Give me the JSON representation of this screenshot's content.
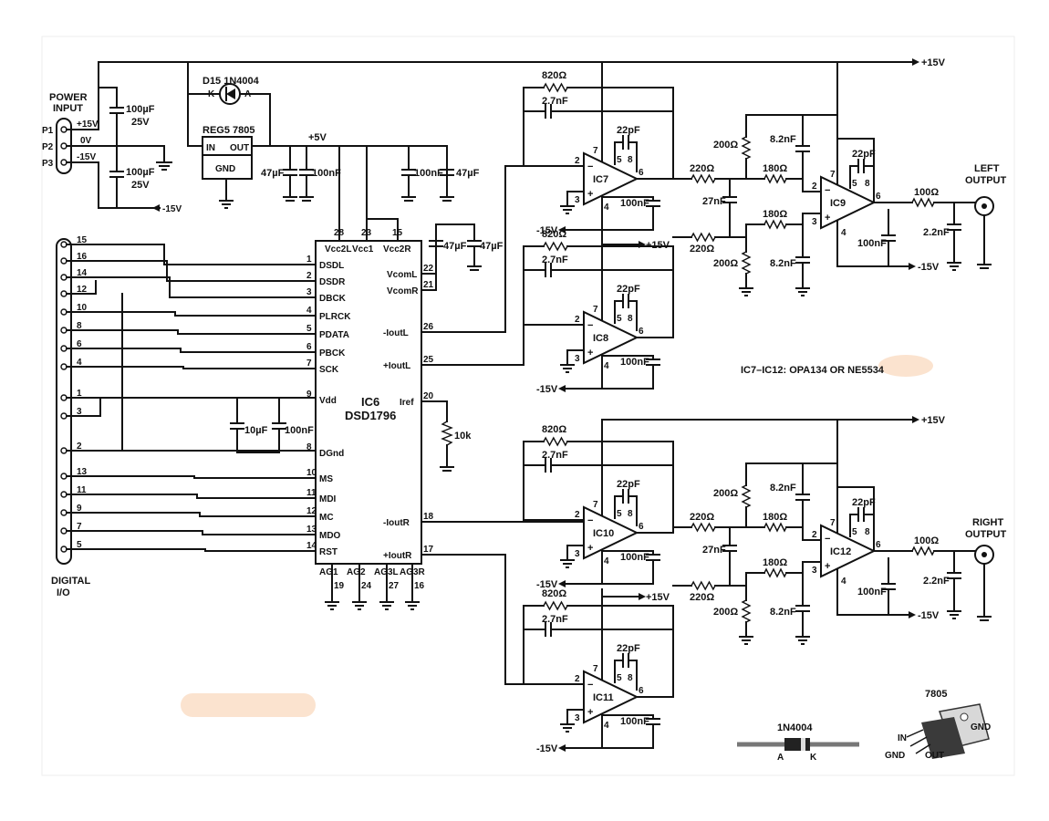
{
  "power_input": {
    "title_line1": "POWER",
    "title_line2": "INPUT",
    "pins": [
      "P1",
      "P2",
      "P3"
    ],
    "pin_nets": [
      "+15V",
      "0V",
      "-15V"
    ],
    "caps": [
      "100µF",
      "25V",
      "100µF",
      "25V"
    ],
    "neg_rail": "-15V"
  },
  "regulator": {
    "diode": "D15 1N4004",
    "k": "K",
    "a": "A",
    "name": "REG5 7805",
    "in": "IN",
    "out": "OUT",
    "gnd": "GND",
    "rail": "+5V"
  },
  "rail_labels": {
    "p15": "+15V",
    "m15": "-15V"
  },
  "dac": {
    "name": "IC6",
    "part": "DSD1796",
    "left_pins": [
      {
        "num": "1",
        "label": "DSDL"
      },
      {
        "num": "2",
        "label": "DSDR"
      },
      {
        "num": "3",
        "label": "DBCK"
      },
      {
        "num": "4",
        "label": "PLRCK"
      },
      {
        "num": "5",
        "label": "PDATA"
      },
      {
        "num": "6",
        "label": "PBCK"
      },
      {
        "num": "7",
        "label": "SCK"
      },
      {
        "num": "9",
        "label": "Vdd"
      },
      {
        "num": "8",
        "label": "DGnd"
      },
      {
        "num": "10",
        "label": "MS"
      },
      {
        "num": "11",
        "label": "MDI"
      },
      {
        "num": "12",
        "label": "MC"
      },
      {
        "num": "13",
        "label": "MDO"
      },
      {
        "num": "14",
        "label": "RST"
      }
    ],
    "top_pins": [
      {
        "num": "28",
        "label": "Vcc2L"
      },
      {
        "num": "23",
        "label": "Vcc1"
      },
      {
        "num": "15",
        "label": "Vcc2R"
      }
    ],
    "right_pins": [
      {
        "num": "22",
        "label": "VcomL"
      },
      {
        "num": "21",
        "label": "VcomR"
      },
      {
        "num": "26",
        "label": "-IoutL"
      },
      {
        "num": "25",
        "label": "+IoutL"
      },
      {
        "num": "20",
        "label": "Iref"
      },
      {
        "num": "18",
        "label": "-IoutR"
      },
      {
        "num": "17",
        "label": "+IoutR"
      }
    ],
    "bottom_pins": [
      {
        "num": "19",
        "label": "AG1"
      },
      {
        "num": "24",
        "label": "AG2"
      },
      {
        "num": "27",
        "label": "AG3L"
      },
      {
        "num": "16",
        "label": "AG3R"
      }
    ],
    "decoupling": [
      "47µF",
      "100nF",
      "100nF",
      "47µF",
      "47µF",
      "47µF",
      "10µF",
      "100nF"
    ],
    "iref_res": "10k"
  },
  "connector": {
    "pins": [
      "15",
      "16",
      "14",
      "12",
      "10",
      "8",
      "6",
      "4",
      "1",
      "3",
      "2",
      "13",
      "11",
      "9",
      "7",
      "5"
    ],
    "label_line1": "DIGITAL",
    "label_line2": "I/O"
  },
  "opamps": {
    "ic7": "IC7",
    "ic8": "IC8",
    "ic9": "IC9",
    "ic10": "IC10",
    "ic11": "IC11",
    "ic12": "IC12",
    "pin2": "2",
    "pin3": "3",
    "pin4": "4",
    "pin5": "5",
    "pin6": "6",
    "pin7": "7",
    "pin8": "8",
    "minus": "−",
    "plus": "+"
  },
  "values": {
    "r820": "820Ω",
    "c27n": "2.7nF",
    "c22p": "22pF",
    "c100n": "100nF",
    "r220": "220Ω",
    "c27": "27nF",
    "r200": "200Ω",
    "r180": "180Ω",
    "c82n": "8.2nF",
    "r100": "100Ω",
    "c22n": "2.2nF"
  },
  "outputs": {
    "left1": "LEFT",
    "left2": "OUTPUT",
    "right1": "RIGHT",
    "right2": "OUTPUT"
  },
  "note": "IC7–IC12: OPA134 OR NE5534",
  "insets": {
    "diode_title": "1N4004",
    "diode_a": "A",
    "diode_k": "K",
    "reg_title": "7805",
    "reg_in": "IN",
    "reg_gnd": "GND",
    "reg_gnd2": "GND",
    "reg_out": "OUT"
  },
  "colors": {
    "ink": "#111111",
    "paper": "#ffffff",
    "smudge": "#fbe3cf"
  }
}
